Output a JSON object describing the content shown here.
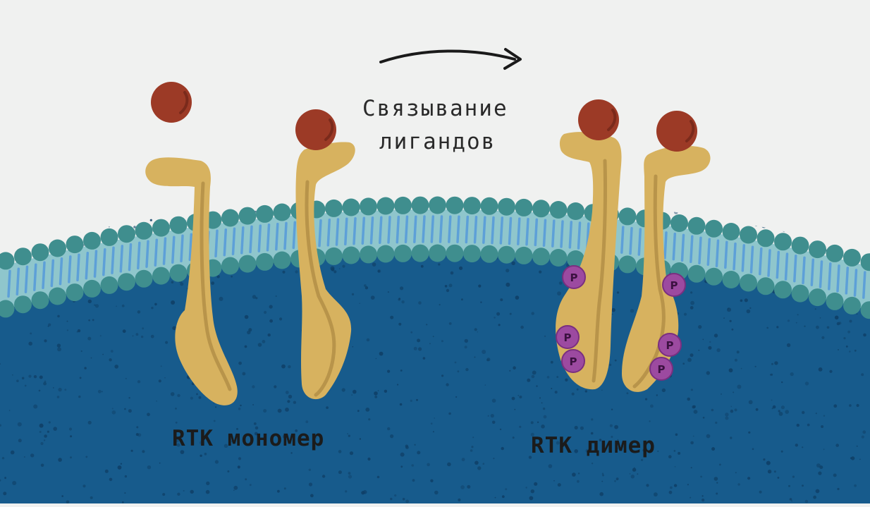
{
  "caption": {
    "line1": "Связывание",
    "line2": "лигандов"
  },
  "labels": {
    "monomer": "RTK мономер",
    "dimer": "RTK димер"
  },
  "phospho_symbol": "P",
  "colors": {
    "background": "#f0f1f0",
    "cytoplasm": "#175b8c",
    "membrane_band": "#8fc6cc",
    "lipid_head": "#3f8e8e",
    "lipid_tail": "#5da0d8",
    "receptor": "#d7b25f",
    "ligand": "#9c3a26",
    "phosphate": "#9c4aa0",
    "arrow": "#1a1a1a"
  }
}
